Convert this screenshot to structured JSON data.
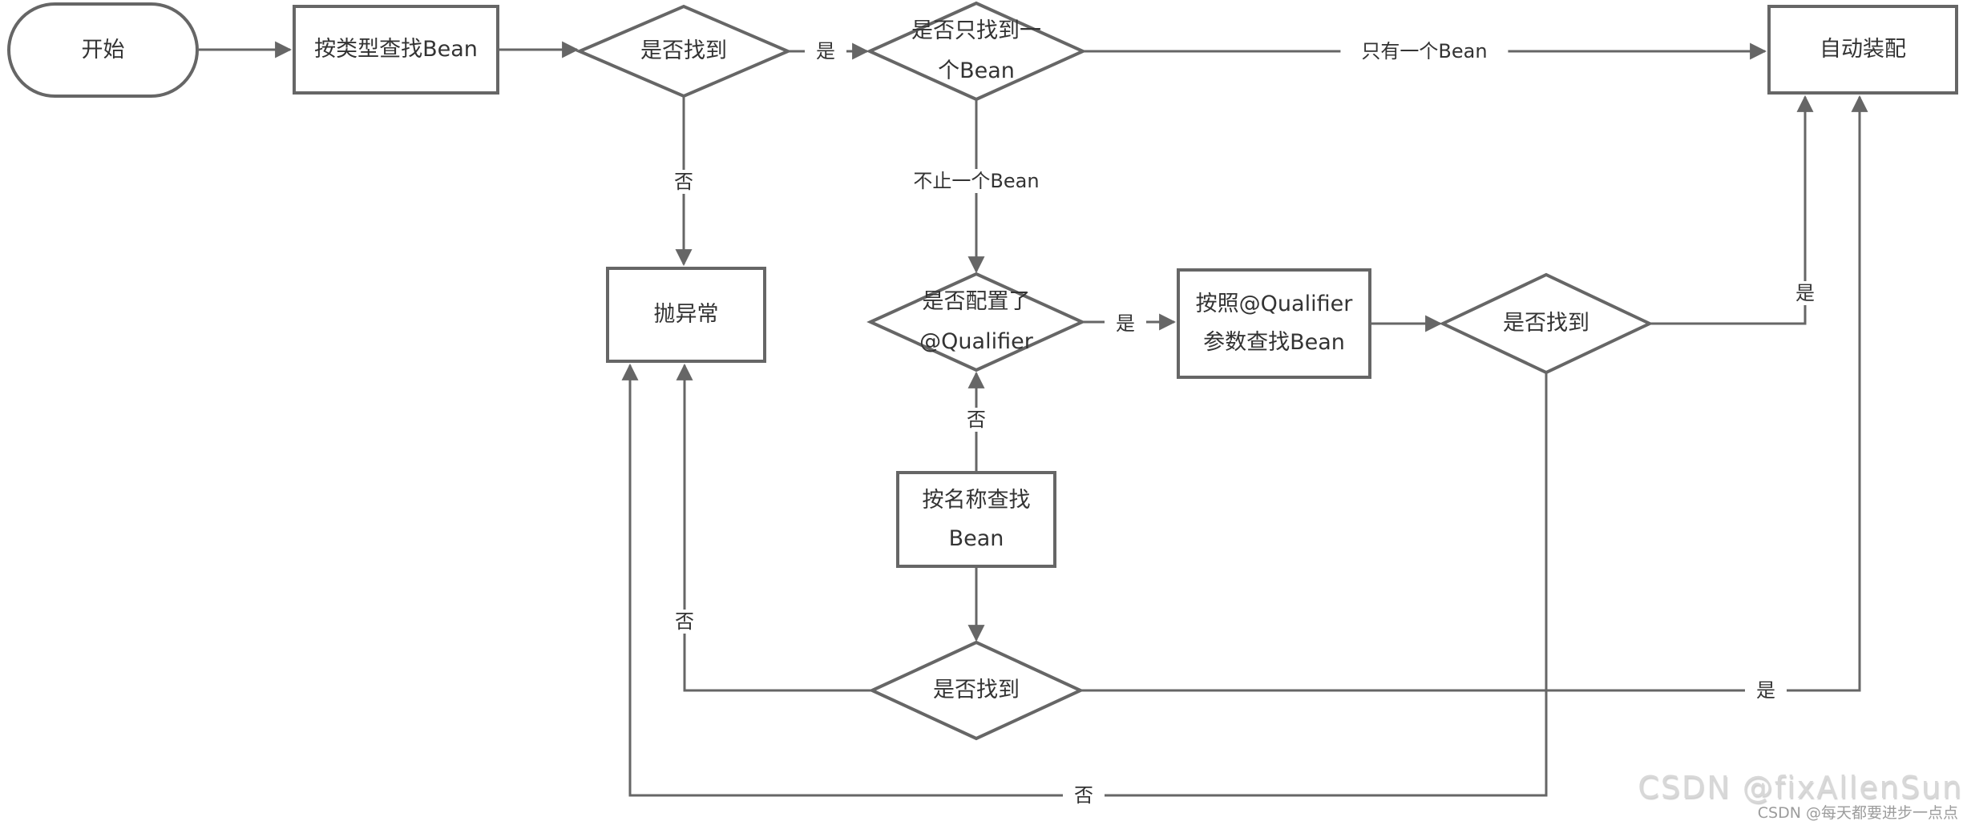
{
  "title": "Spring Bean autowiring flowchart",
  "colors": {
    "stroke": "#666666",
    "node_fill": "#ffffff",
    "node_text": "#333333",
    "edge_label_text": "#333333",
    "background": "#ffffff",
    "watermark_primary": "#d8d8d8",
    "watermark_secondary": "#9c9c9c"
  },
  "nodes": {
    "start": {
      "label": "开始",
      "type": "terminator"
    },
    "find_by_type": {
      "label": "按类型查找Bean",
      "type": "process"
    },
    "found_by_type": {
      "label": "是否找到",
      "type": "decision"
    },
    "only_one_found": {
      "lines": [
        "是否只找到一",
        "个Bean"
      ],
      "type": "decision"
    },
    "autowire": {
      "label": "自动装配",
      "type": "process"
    },
    "throw_exception": {
      "label": "抛异常",
      "type": "process"
    },
    "qualifier_configured": {
      "lines": [
        "是否配置了",
        "@Qualifier"
      ],
      "type": "decision"
    },
    "find_by_qualifier": {
      "lines": [
        "按照@Qualifier",
        "参数查找Bean"
      ],
      "type": "process"
    },
    "found_by_qualifier": {
      "label": "是否找到",
      "type": "decision"
    },
    "find_by_name": {
      "lines": [
        "按名称查找",
        "Bean"
      ],
      "type": "process"
    },
    "found_by_name": {
      "label": "是否找到",
      "type": "decision"
    }
  },
  "edge_labels": {
    "yes_found_by_type": "是",
    "no_found_by_type": "否",
    "only_one_bean": "只有一个Bean",
    "more_than_one_bean": "不止一个Bean",
    "yes_qualifier_configured": "是",
    "no_qualifier_configured": "否",
    "yes_found_by_qualifier": "是",
    "no_found_by_qualifier": "否",
    "yes_found_by_name": "是",
    "no_found_by_name": "否"
  },
  "watermark": {
    "primary": "CSDN @fixAllenSun",
    "secondary": "CSDN @每天都要进步一点点"
  }
}
